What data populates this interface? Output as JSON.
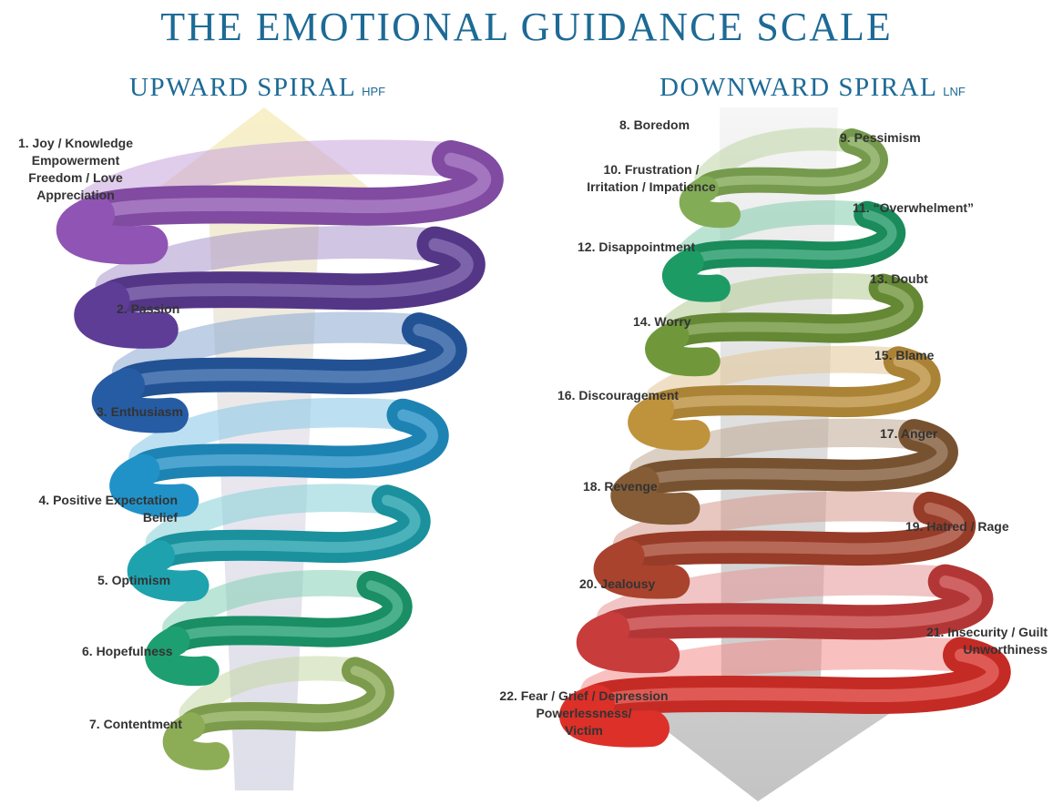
{
  "title": "THE EMOTIONAL GUIDANCE SCALE",
  "upward": {
    "heading": "UPWARD SPIRAL",
    "suffix": "HPF",
    "items": [
      "1. Joy / Knowledge\nEmpowerment\nFreedom / Love\nAppreciation",
      "2. Passion",
      "3. Enthusiasm",
      "4. Positive Expectation\nBelief",
      "5. Optimism",
      "6. Hopefulness",
      "7. Contentment"
    ]
  },
  "downward": {
    "heading": "DOWNWARD SPIRAL",
    "suffix": "LNF",
    "items": [
      "8. Boredom",
      "9. Pessimism",
      "10. Frustration /\nIrritation / Impatience",
      "11. “Overwhelment”",
      "12. Disappointment",
      "13. Doubt",
      "14. Worry",
      "15. Blame",
      "16. Discouragement",
      "17. Anger",
      "18. Revenge",
      "19. Hatred / Rage",
      "20. Jealousy",
      "21. Insecurity / Guilt\nUnworthiness",
      "22. Fear / Grief / Depression\nPowerlessness/\nVictim"
    ]
  },
  "colors": {
    "title": "#1d6a96",
    "label": "#333333",
    "upward_ribbon": [
      "#93b65a",
      "#1fa66d",
      "#1aaaa9",
      "#27a9d3",
      "#1d8ad0",
      "#2e4d9b",
      "#6d3da0",
      "#9758bd"
    ],
    "downward_ribbon": [
      "#8ab55a",
      "#1ea36a",
      "#76a03d",
      "#c99a3f",
      "#8c6138",
      "#b2462f",
      "#d23f3f",
      "#e8322b"
    ],
    "up_arrow": "#f5eec8",
    "down_arrow": "#bcbcbc"
  }
}
